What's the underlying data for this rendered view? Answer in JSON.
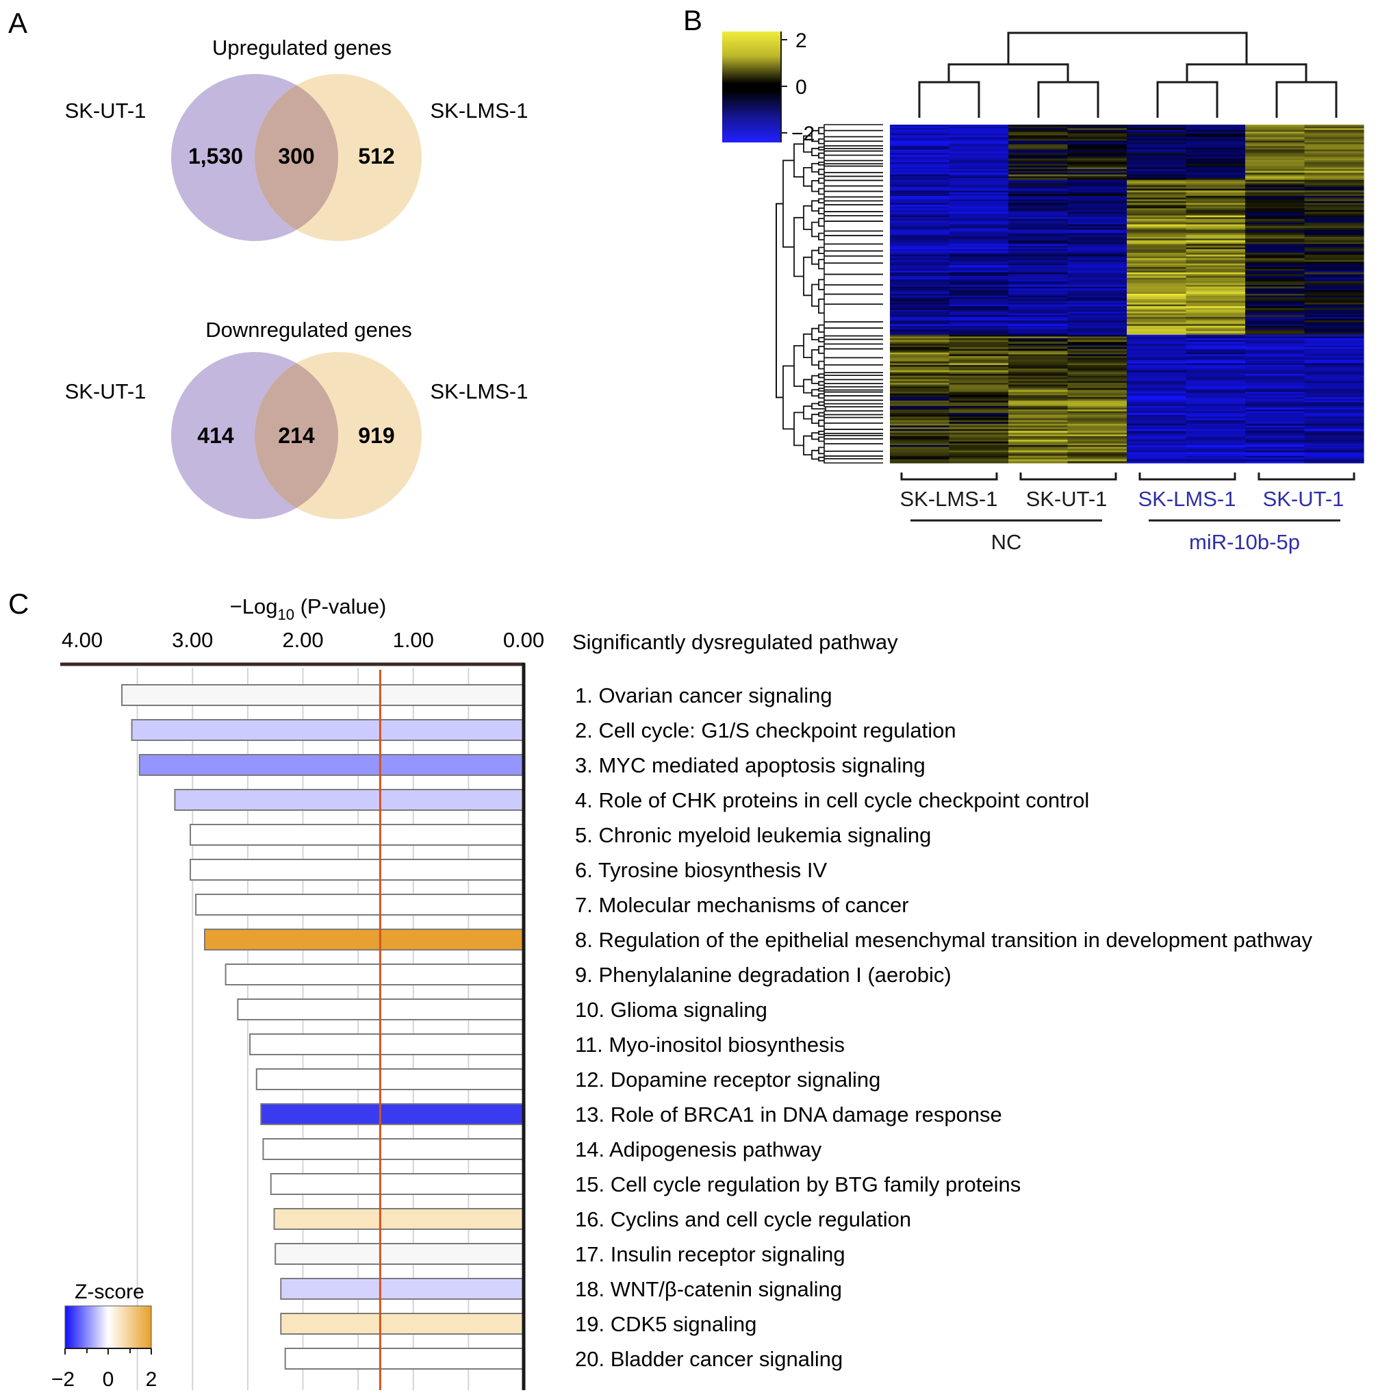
{
  "panel_a": {
    "label": "A",
    "upregulated": {
      "title": "Upregulated genes",
      "left_label": "SK-UT-1",
      "right_label": "SK-LMS-1",
      "left_only": "1,530",
      "overlap": "300",
      "right_only": "512"
    },
    "downregulated": {
      "title": "Downregulated genes",
      "left_label": "SK-UT-1",
      "right_label": "SK-LMS-1",
      "left_only": "414",
      "overlap": "214",
      "right_only": "919"
    },
    "colors": {
      "left_circle": "#b9a9d6",
      "right_circle": "#f1d8a6",
      "overlap": "#c8a79a"
    }
  },
  "panel_b": {
    "label": "B",
    "colorbar": {
      "ticks": [
        "2",
        "0",
        "−2"
      ],
      "high_color": "#e8e53a",
      "mid_color": "#000000",
      "low_color": "#1a1aff"
    },
    "sample_groups": [
      {
        "label": "SK-LMS-1",
        "color": "#1a1a1a"
      },
      {
        "label": "SK-UT-1",
        "color": "#1a1a1a"
      },
      {
        "label": "SK-LMS-1",
        "color": "#2e2ea8"
      },
      {
        "label": "SK-UT-1",
        "color": "#2e2ea8"
      }
    ],
    "conditions": [
      {
        "label": "NC",
        "color": "#1a1a1a"
      },
      {
        "label": "miR-10b-5p",
        "color": "#2e2ea8"
      }
    ]
  },
  "panel_c": {
    "label": "C",
    "axis_title_pre": "−Log",
    "axis_title_sub": "10",
    "axis_title_post": " (P-value)",
    "column_header": "Significantly dysregulated pathway",
    "legend_title": "Z-score",
    "legend_ticks": [
      "−2",
      "0",
      "2"
    ],
    "threshold_color": "#d2541f"
  },
  "chart_data": {
    "type": "bar",
    "orientation": "horizontal",
    "xlabel": "−Log10 (P-value)",
    "xlim": [
      4.0,
      0.0
    ],
    "x_ticks": [
      "4.00",
      "3.00",
      "2.00",
      "1.00",
      "0.00"
    ],
    "threshold": 1.3,
    "categories": [
      "1. Ovarian cancer signaling",
      "2. Cell cycle: G1/S checkpoint regulation",
      "3. MYC mediated apoptosis signaling",
      "4. Role of CHK proteins in cell cycle checkpoint control",
      "5. Chronic myeloid leukemia signaling",
      "6. Tyrosine biosynthesis IV",
      "7. Molecular mechanisms of cancer",
      "8. Regulation of the epithelial mesenchymal transition in development pathway",
      "9. Phenylalanine degradation I (aerobic)",
      "10. Glioma signaling",
      "11. Myo-inositol biosynthesis",
      "12. Dopamine receptor signaling",
      "13. Role of BRCA1 in DNA damage response",
      "14. Adipogenesis pathway",
      "15. Cell cycle regulation by BTG family proteins",
      "16. Cyclins and cell cycle regulation",
      "17. Insulin receptor signaling",
      "18. WNT/β-catenin signaling",
      "19. CDK5 signaling",
      "20. Bladder cancer signaling"
    ],
    "values": [
      3.64,
      3.55,
      3.48,
      3.16,
      3.02,
      3.02,
      2.97,
      2.89,
      2.7,
      2.59,
      2.48,
      2.42,
      2.38,
      2.36,
      2.29,
      2.26,
      2.25,
      2.2,
      2.2,
      2.16
    ],
    "bar_colors": [
      "#f7f7f7",
      "#cccbff",
      "#9595ff",
      "#cccbff",
      "#ffffff",
      "#ffffff",
      "#ffffff",
      "#e8a030",
      "#ffffff",
      "#ffffff",
      "#ffffff",
      "#ffffff",
      "#3a3af0",
      "#ffffff",
      "#ffffff",
      "#f9e6bf",
      "#f7f7f7",
      "#d4d3ff",
      "#f9e6bf",
      "#ffffff"
    ]
  }
}
